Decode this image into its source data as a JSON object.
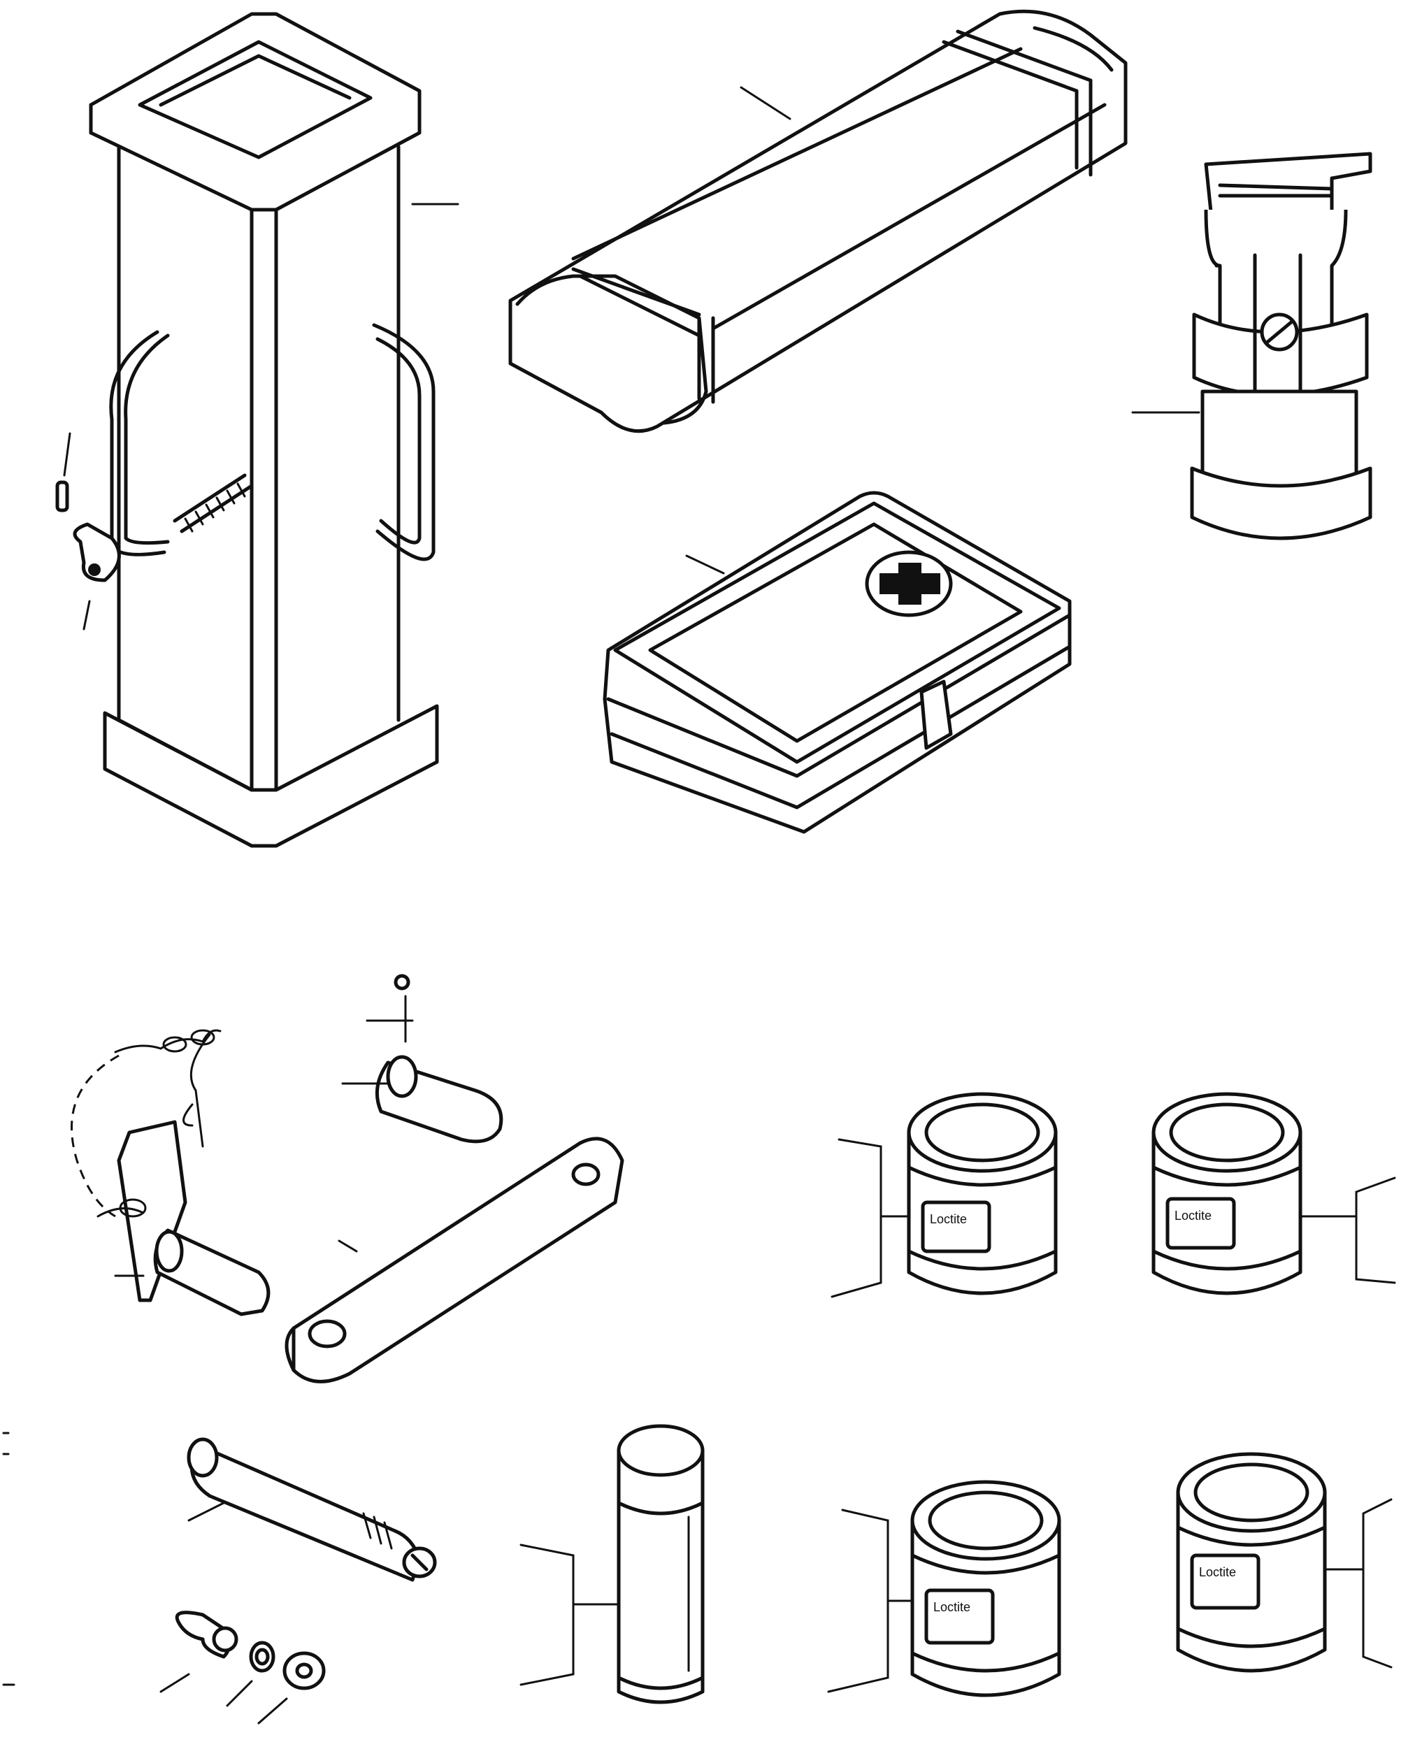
{
  "figure": {
    "items": [
      {
        "id": "storage-box",
        "icon": "square-tube-box-icon"
      },
      {
        "id": "tube-case",
        "icon": "long-case-icon"
      },
      {
        "id": "reflector-lamp",
        "icon": "lamp-icon"
      },
      {
        "id": "first-aid-kit",
        "icon": "first-aid-kit-icon"
      },
      {
        "id": "tow-bar-set",
        "icon": "tow-bar-icon"
      },
      {
        "id": "grease-tin-1",
        "icon": "tin-can-icon"
      },
      {
        "id": "grease-tin-2",
        "icon": "tin-can-icon"
      },
      {
        "id": "shaft-with-nut",
        "icon": "shaft-icon"
      },
      {
        "id": "spray-can",
        "icon": "spray-can-icon"
      },
      {
        "id": "grease-tin-3",
        "icon": "tin-can-icon"
      },
      {
        "id": "grease-tin-4",
        "icon": "tin-can-icon"
      }
    ],
    "can_labels": [
      "Loctite",
      "Loctite",
      "Loctite",
      "Loctite"
    ]
  }
}
